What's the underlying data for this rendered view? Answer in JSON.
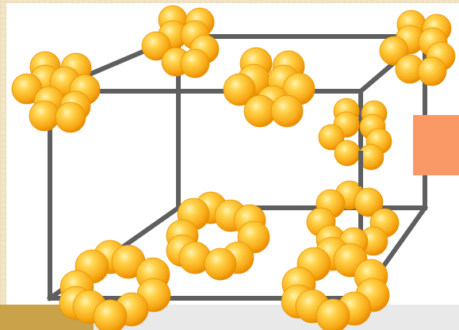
{
  "colors": {
    "background": "#f3e5c6",
    "panel": "#ffffff",
    "cube_edge": "#5f5f5f",
    "atom_fill": "#f7b21a",
    "atom_highlight": "#ffe08a",
    "atom_shadow": "#e58a00",
    "side_box": "#fa9866",
    "bottom_band": "#e9e9e9",
    "bottom_band_left": "#c9a24a"
  },
  "cube": {
    "edges": [
      "front-top",
      "front-bottom",
      "front-left",
      "front-right",
      "back-top",
      "back-bottom",
      "back-left",
      "back-right",
      "top-left-depth",
      "top-right-depth",
      "bottom-left-depth",
      "bottom-right-depth"
    ]
  },
  "clusters": [
    {
      "name": "cluster-front-top-left",
      "kind": "compact"
    },
    {
      "name": "cluster-back-top-left",
      "kind": "compact"
    },
    {
      "name": "cluster-top-face-center",
      "kind": "compact"
    },
    {
      "name": "cluster-back-top-right",
      "kind": "compact"
    },
    {
      "name": "cluster-right-face-center",
      "kind": "ring-stack"
    },
    {
      "name": "cluster-bottom-face-center",
      "kind": "ring"
    },
    {
      "name": "cluster-back-bottom-right",
      "kind": "ring-stack"
    },
    {
      "name": "cluster-front-bottom-left",
      "kind": "ring"
    },
    {
      "name": "cluster-front-bottom-right",
      "kind": "ring-stack"
    }
  ],
  "side_box": {
    "shown": true
  }
}
